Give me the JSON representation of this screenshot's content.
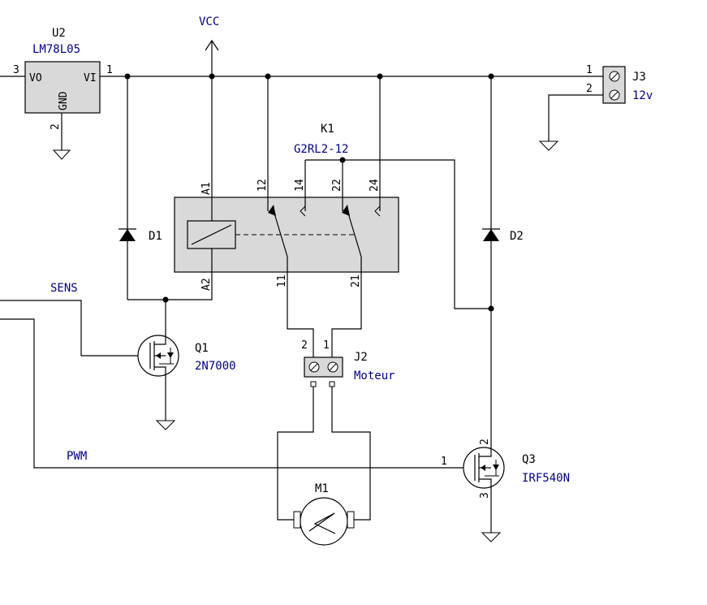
{
  "nets": {
    "vcc": "VCC",
    "sens": "SENS",
    "pwm": "PWM"
  },
  "u2": {
    "ref": "U2",
    "value": "LM78L05",
    "vo": "VO",
    "vi": "VI",
    "gnd": "GND",
    "pin_in": "1",
    "pin_out": "3",
    "pin_gnd": "2"
  },
  "j3": {
    "ref": "J3",
    "value": "12v",
    "pin1": "1",
    "pin2": "2"
  },
  "k1": {
    "ref": "K1",
    "value": "G2RL2-12",
    "pins": {
      "a1": "A1",
      "a2": "A2",
      "p12": "12",
      "p14": "14",
      "p22": "22",
      "p24": "24",
      "p11": "11",
      "p21": "21"
    }
  },
  "d1": {
    "ref": "D1"
  },
  "d2": {
    "ref": "D2"
  },
  "q1": {
    "ref": "Q1",
    "value": "2N7000"
  },
  "q3": {
    "ref": "Q3",
    "value": "IRF540N",
    "pin1": "1",
    "pin2": "2",
    "pin3": "3"
  },
  "j2": {
    "ref": "J2",
    "value": "Moteur",
    "pin1": "1",
    "pin2": "2"
  },
  "m1": {
    "ref": "M1"
  },
  "colors": {
    "body_fill": "#d9d9d9",
    "value_text": "#00008b",
    "wire": "#000000"
  }
}
